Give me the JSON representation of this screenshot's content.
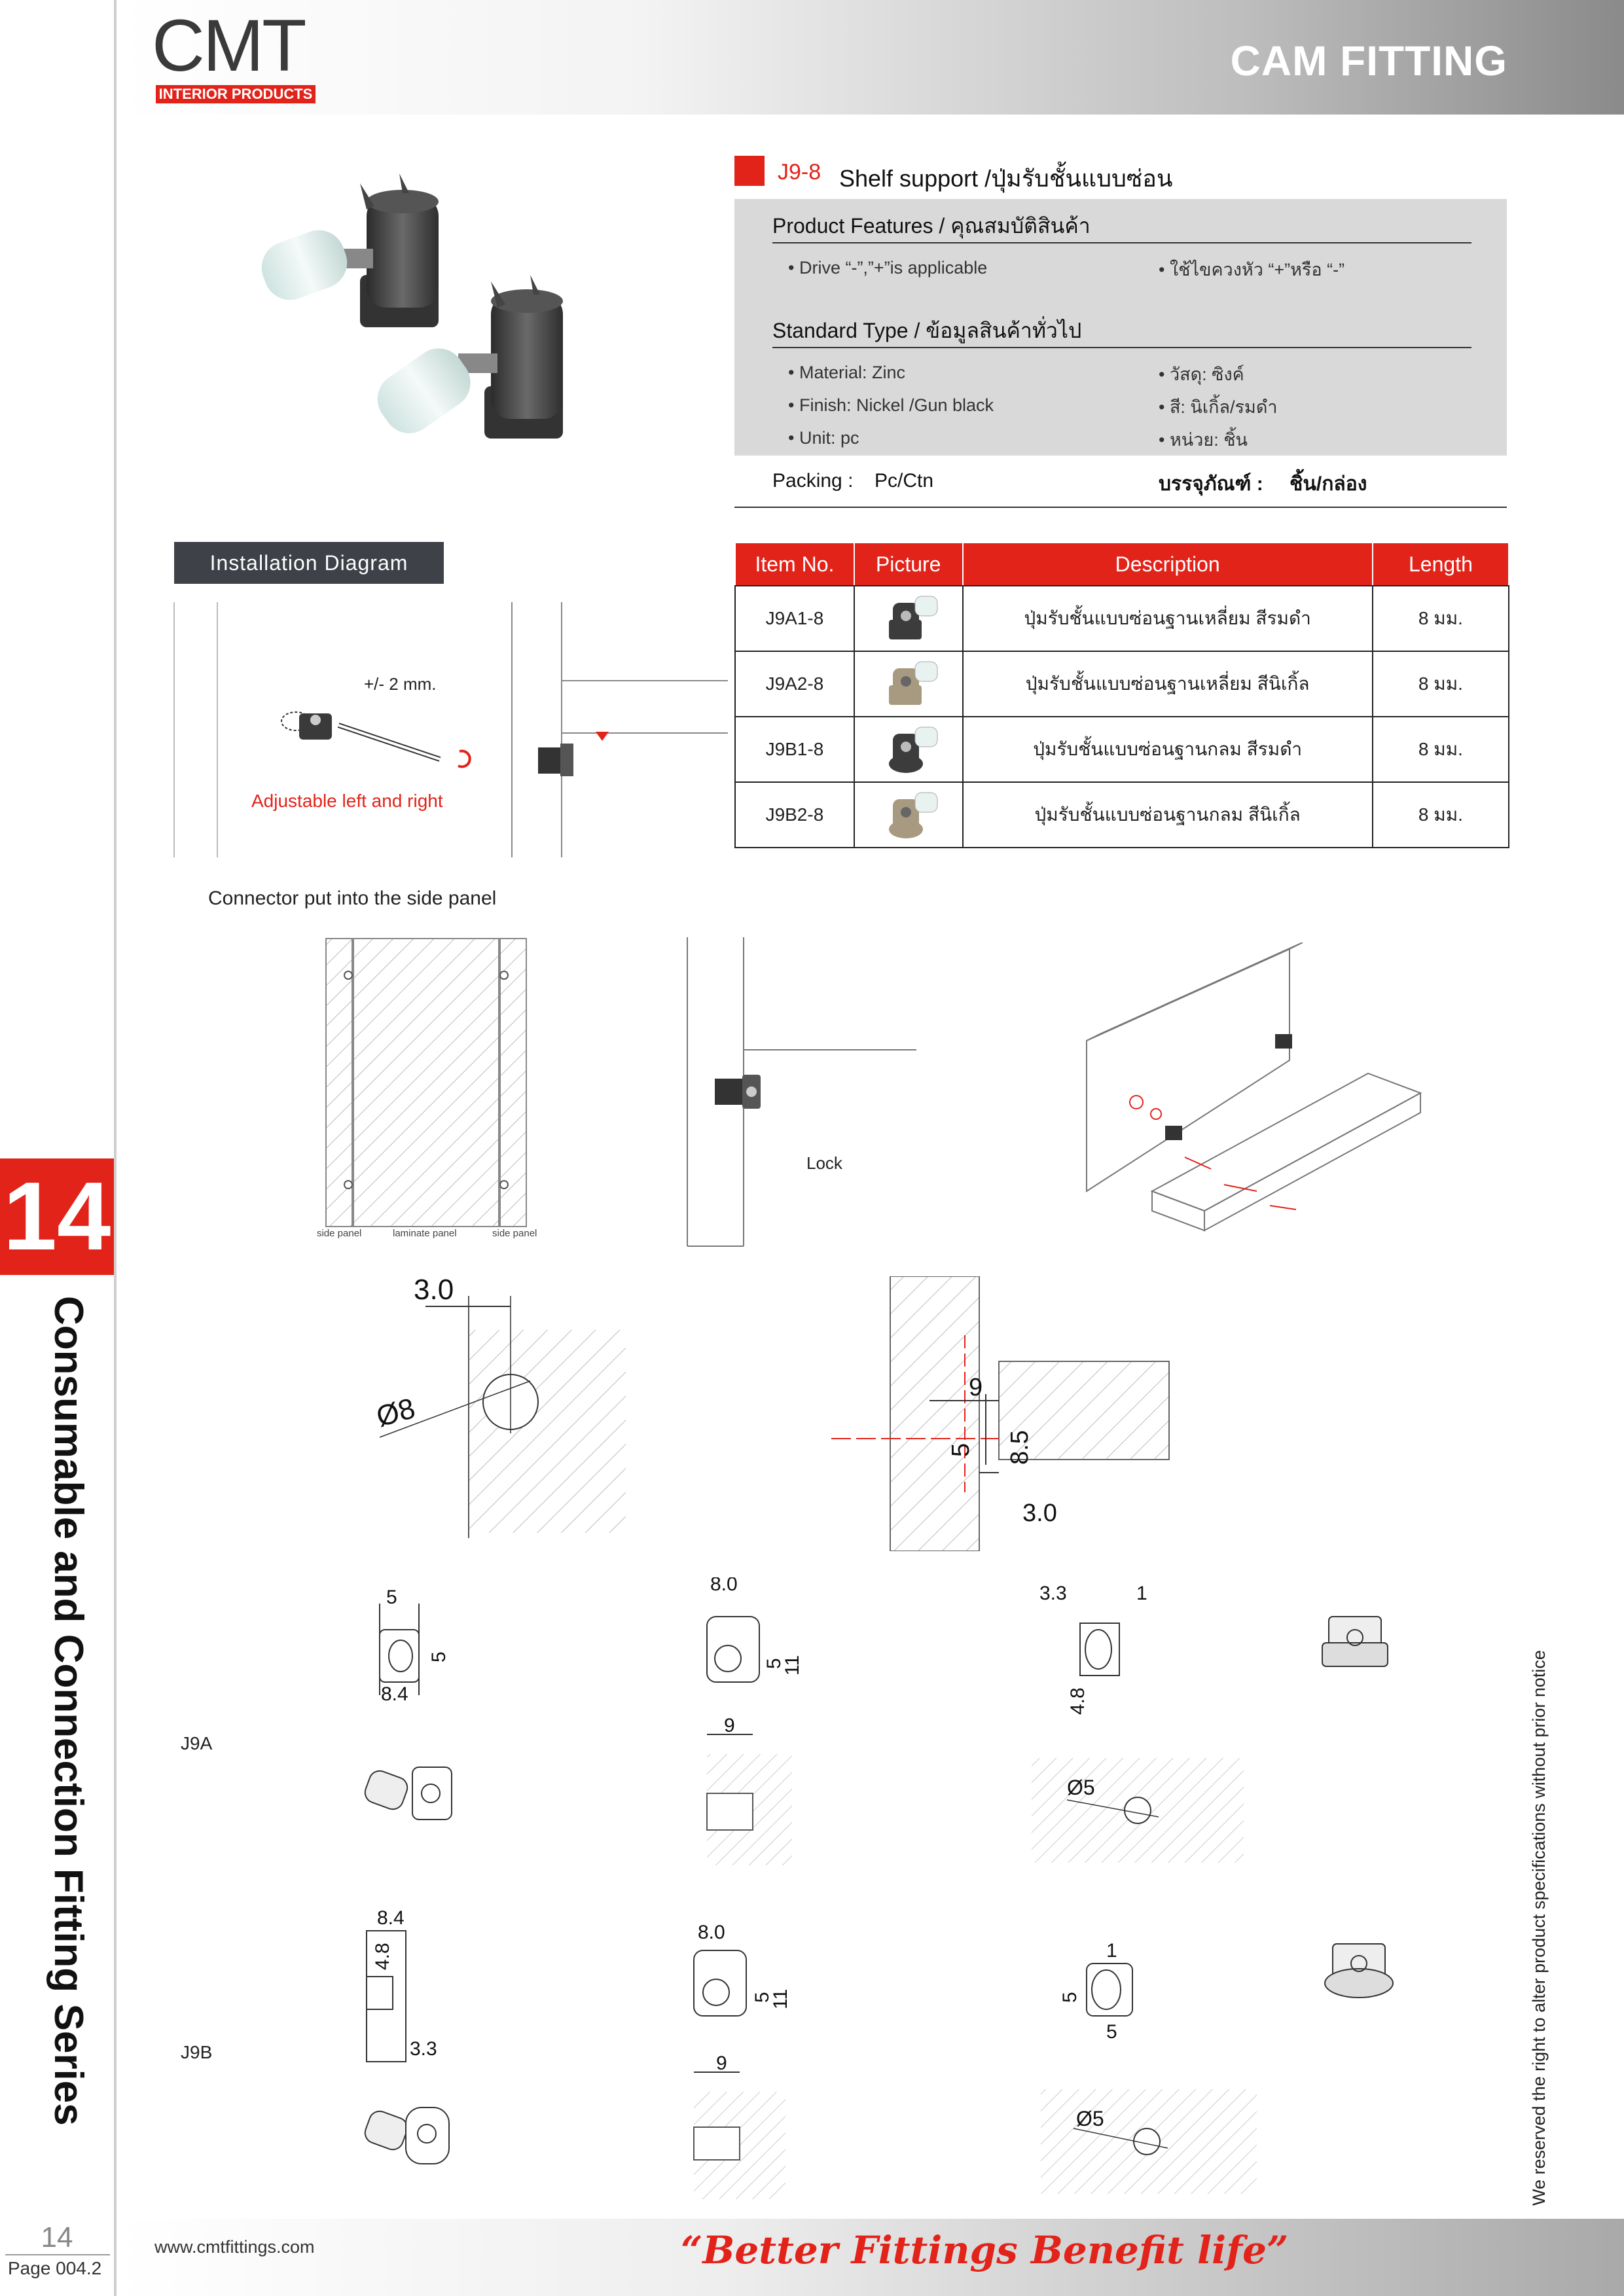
{
  "header": {
    "logo": "CMT",
    "logo_sub": "INTERIOR PRODUCTS",
    "title": "CAM FITTING"
  },
  "sidebar": {
    "chapter_number": "14",
    "series_title": "Consumable and Connection Fitting Series",
    "page_number": "14",
    "page_ref": "Page 004.2"
  },
  "product": {
    "code": "J9-8",
    "name": "Shelf support /ปุ่มรับชั้นแบบซ่อน"
  },
  "features": {
    "heading": "Product Features / คุณสมบัติสินค้า",
    "left": [
      "• Drive “-”,”+”is applicable"
    ],
    "right": [
      "• ใช้ไขควงหัว “+”หรือ “-”"
    ]
  },
  "standard": {
    "heading": "Standard Type / ข้อมูลสินค้าทั่วไป",
    "left": [
      "• Material: Zinc",
      "• Finish: Nickel /Gun black",
      "• Unit: pc"
    ],
    "right": [
      "• วัสดุ: ซิงค์",
      "• สี: นิเกิ้ล/รมดำ",
      "• หน่วย: ชิ้น"
    ]
  },
  "packing": {
    "label": "Packing :",
    "value": "Pc/Ctn",
    "label_th": "บรรจุภัณฑ์ :",
    "value_th": "ชิ้น/กล่อง"
  },
  "installation": {
    "label": "Installation Diagram",
    "tolerance": "+/-  2 mm.",
    "adjustable": "Adjustable left and right",
    "connector_caption": "Connector put into the side panel",
    "lock": "Lock",
    "panel_labels": [
      "side panel",
      "laminate panel",
      "side panel"
    ]
  },
  "table": {
    "headers": [
      "Item No.",
      "Picture",
      "Description",
      "Length"
    ],
    "rows": [
      {
        "item": "J9A1-8",
        "desc": "ปุ่มรับชั้นแบบซ่อนฐานเหลี่ยม สีรมดำ",
        "length": "8 มม.",
        "finish": "#3c3c3c"
      },
      {
        "item": "J9A2-8",
        "desc": "ปุ่มรับชั้นแบบซ่อนฐานเหลี่ยม สีนิเกิ้ล",
        "length": "8 มม.",
        "finish": "#a89a80"
      },
      {
        "item": "J9B1-8",
        "desc": "ปุ่มรับชั้นแบบซ่อนฐานกลม สีรมดำ",
        "length": "8 มม.",
        "finish": "#3c3c3c"
      },
      {
        "item": "J9B2-8",
        "desc": "ปุ่มรับชั้นแบบซ่อนฐานกลม สีนิเกิ้ล",
        "length": "8 มม.",
        "finish": "#a89a80"
      }
    ]
  },
  "dims": {
    "drill_offset": "3.0",
    "drill_dia": "Ø8",
    "side_9": "9",
    "side_5": "5",
    "side_85": "8.5",
    "side_30": "3.0",
    "j9a_label": "J9A",
    "j9b_label": "J9B",
    "j9a_top": [
      "5",
      "5",
      "8.4",
      "8.0",
      "5",
      "11",
      "3.3",
      "1",
      "4.8"
    ],
    "j9a_bottom": [
      "9",
      "Ø5"
    ],
    "j9b_top": [
      "8.4",
      "4.8",
      "3.3",
      "8.0",
      "5",
      "11",
      "1",
      "5",
      "5"
    ],
    "j9b_bottom": [
      "9",
      "Ø5"
    ]
  },
  "footer": {
    "url": "www.cmtfittings.com",
    "slogan": "“Better Fittings Benefit life”",
    "notice": "We reserved the right to alter product specifications without prior notice"
  },
  "colors": {
    "brand_red": "#e2231a",
    "dark_label": "#3e4148",
    "spec_grey": "#d9d9d9"
  }
}
